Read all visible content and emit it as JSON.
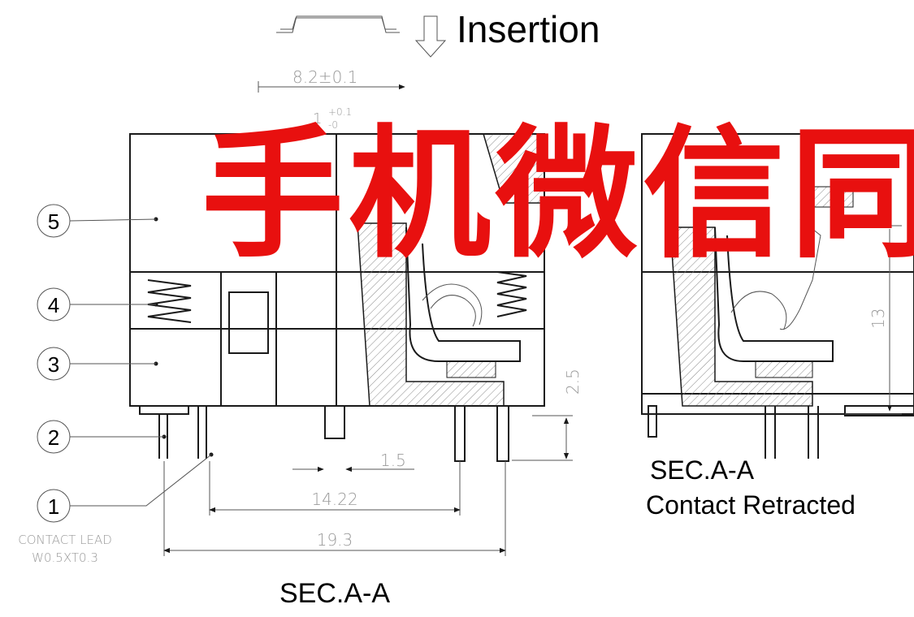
{
  "header": {
    "title": "Insertion"
  },
  "dimensions": {
    "width_top": "8.2±0.1",
    "offset_base": "1",
    "offset_tol_plus": "+0.1",
    "offset_tol_minus": "-0",
    "height_vertical": "13",
    "pin_length": "2.5",
    "pin_gap": "1.5",
    "pitch_span": "14.22",
    "overall_span": "19.3"
  },
  "callouts": [
    {
      "number": "5"
    },
    {
      "number": "4"
    },
    {
      "number": "3"
    },
    {
      "number": "2"
    },
    {
      "number": "1"
    }
  ],
  "notes": {
    "contact_lead_line1": "CONTACT LEAD",
    "contact_lead_line2": "W0.5XT0.3"
  },
  "captions": {
    "left_section": "SEC.A-A",
    "right_section": "SEC.A-A",
    "right_subtitle": "Contact Retracted"
  },
  "watermark": {
    "text": "手机微信同"
  },
  "colors": {
    "watermark": "#e8100f",
    "lines": "#1a1a1a",
    "dimension_text": "#9a9a9a",
    "hatch": "#8a8a8a"
  }
}
